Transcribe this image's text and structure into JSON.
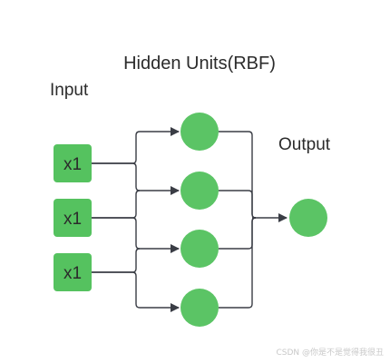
{
  "diagram": {
    "title": "Hidden Units(RBF)",
    "input_label": "Input",
    "output_label": "Output",
    "input_nodes": [
      {
        "label": "x1"
      },
      {
        "label": "x1"
      },
      {
        "label": "x1"
      }
    ],
    "hidden_node_count": 4,
    "output_node_count": 1
  },
  "watermark": "CSDN @你是不是觉得我很丑",
  "colors": {
    "node_fill": "#5bc465",
    "box_fill": "#55c25f",
    "edge": "#3a3d45",
    "text": "#2b2b2b"
  }
}
